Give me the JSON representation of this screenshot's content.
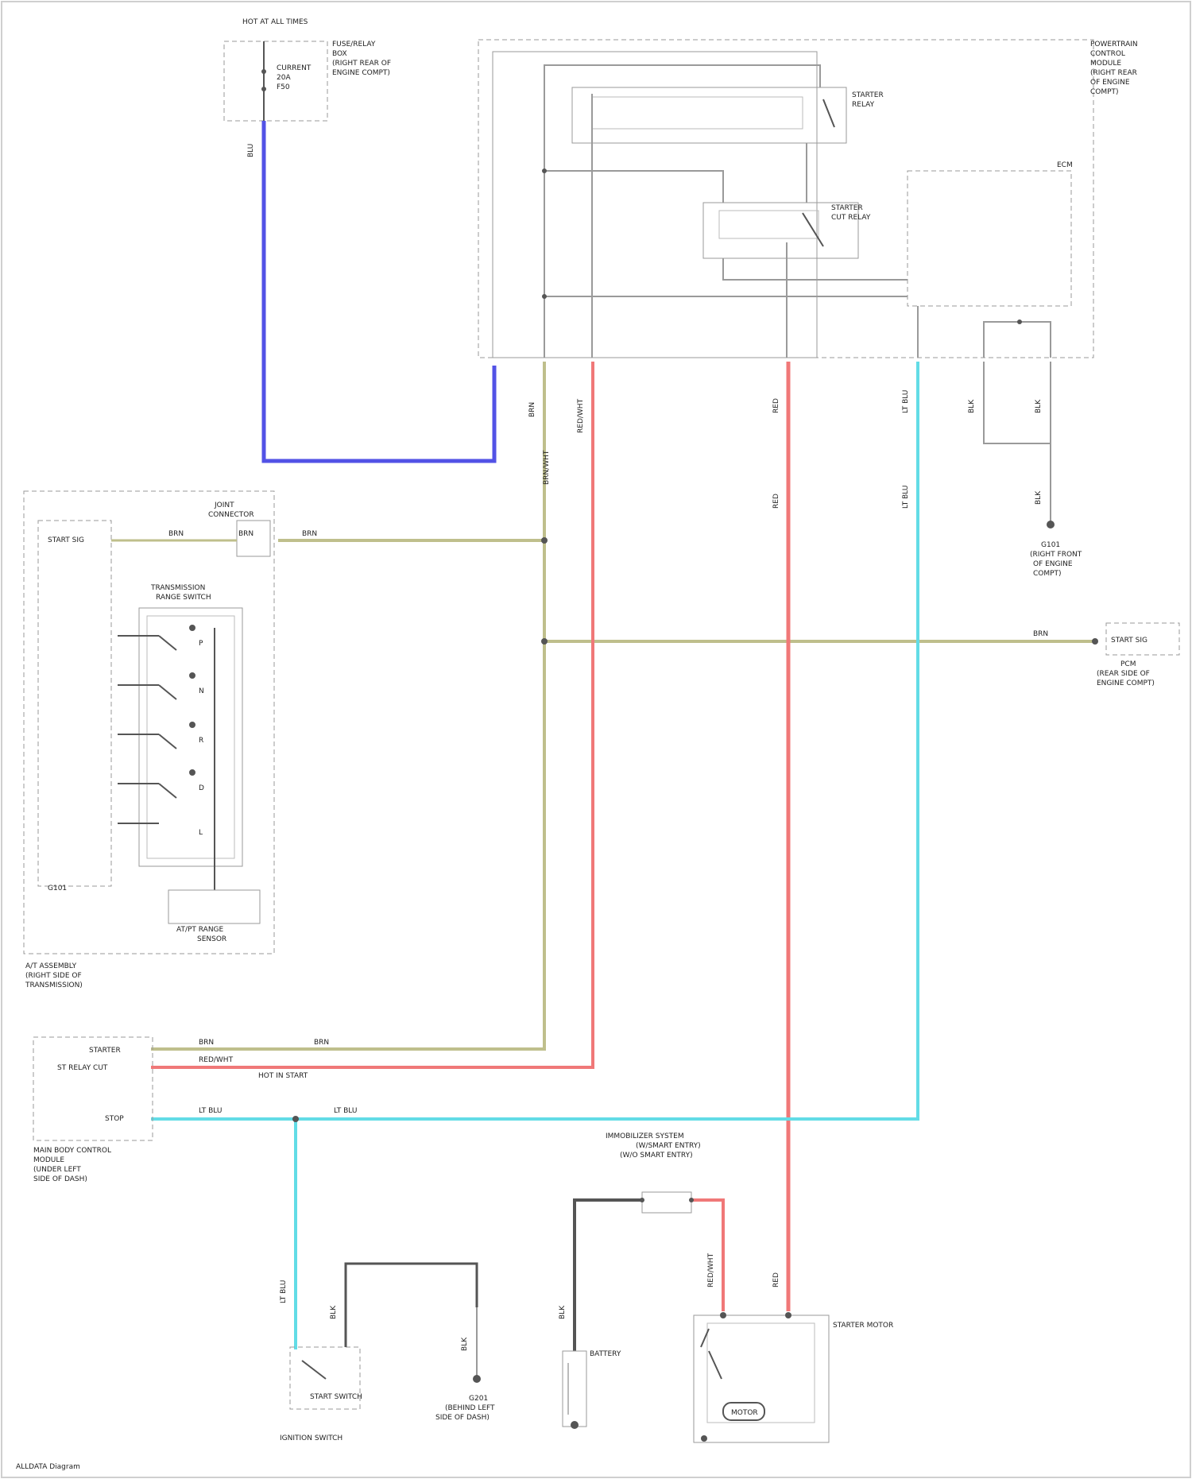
{
  "title": "",
  "colors": {
    "blue_wire": "#5252e6",
    "red_wire": "#f07878",
    "cyan_wire": "#62dce6",
    "olive_wire": "#bfbf8c",
    "gray_wire": "#9a9a9a",
    "dark_wire": "#555555",
    "box_stroke": "#9a9a9a"
  },
  "components": {
    "top_fuse_box": {
      "header": "HOT AT ALL TIMES",
      "fuse_lines": [
        "CURRENT",
        "20A",
        "F50"
      ],
      "desc_lines": [
        "FUSE/RELAY",
        "BOX",
        "(RIGHT REAR OF",
        "ENGINE COMPT)"
      ]
    },
    "pcm_module": {
      "desc_lines": [
        "POWERTRAIN",
        "CONTROL",
        "MODULE",
        "(RIGHT REAR",
        "OF ENGINE",
        "COMPT)"
      ],
      "relay1": [
        "STARTER",
        "RELAY"
      ],
      "relay2": [
        "STARTER",
        "CUT RELAY"
      ],
      "ecm_label": "ECM"
    },
    "tcm": {
      "connector": [
        "JOINT",
        "CONNECTOR"
      ],
      "sw_box": [
        "TRANSMISSION",
        "RANGE SWITCH"
      ],
      "pos_label": "START SIG",
      "sensor": [
        "AT/PT RANGE",
        "SENSOR"
      ],
      "ground_tag": "G101",
      "desc_lines": [
        "A/T ASSEMBLY",
        "(RIGHT SIDE OF",
        "TRANSMISSION)"
      ],
      "switch_tags": [
        "P",
        "N",
        "R",
        "D",
        "L"
      ]
    },
    "right_connector": {
      "pin": "START SIG",
      "desc_lines": [
        "PCM",
        "(REAR SIDE OF",
        "ENGINE COMPT)"
      ]
    },
    "ground_g101": [
      "G101",
      "(RIGHT FRONT",
      "OF ENGINE",
      "COMPT)"
    ],
    "body_control": {
      "rows": [
        "STARTER",
        "ST RELAY CUT",
        "STOP"
      ],
      "desc_lines": [
        "MAIN BODY CONTROL",
        "MODULE",
        "(UNDER LEFT",
        "SIDE OF DASH)"
      ],
      "hot_label": "HOT IN START"
    },
    "immobilizer": [
      "IMMOBILIZER SYSTEM",
      "(W/SMART ENTRY)",
      "(W/O SMART ENTRY)"
    ],
    "ignition_switch": {
      "inner": "START SWITCH",
      "desc": "IGNITION SWITCH"
    },
    "ground_g201": [
      "G201",
      "(BEHIND LEFT",
      "SIDE OF DASH)"
    ],
    "battery": "BATTERY",
    "starter_motor": {
      "desc": "STARTER MOTOR",
      "inner": "MOTOR"
    },
    "wire_codes": {
      "blue": "BLU",
      "olive_a": "BRN",
      "olive_b": "BRN/WHT",
      "olive_c": "BRN",
      "olive_d": "BRN",
      "red": "RED/WHT",
      "red_b": "RED",
      "red_c": "RED",
      "cyan": "LT BLU",
      "cyan_b": "LT BLU",
      "dark_a": "BLK",
      "dark_b": "BLK",
      "dark_c": "BLK",
      "tcm_left": "BRN",
      "tcm_right": "BRN",
      "bc_a": "BRN",
      "bc_b": "BRN",
      "bc_c": "RED/WHT",
      "cyan_bus_a": "LT BLU",
      "cyan_bus_b": "LT BLU",
      "ign_a": "LT BLU",
      "ign_b": "BLK",
      "ign_c": "BLK",
      "bat": "BLK",
      "st_a": "RED/WHT",
      "st_b": "RED"
    }
  },
  "footer": "ALLDATA Diagram"
}
